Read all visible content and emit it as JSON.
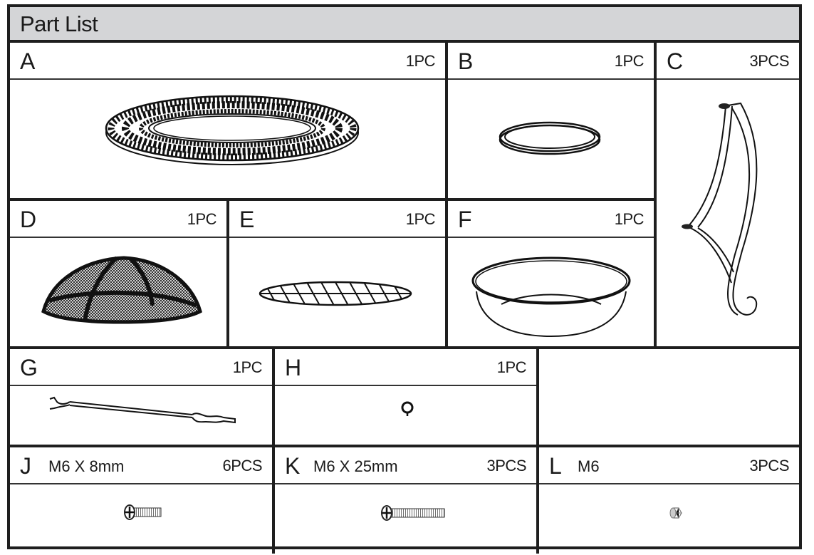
{
  "title": "Part List",
  "parts": {
    "A": {
      "letter": "A",
      "spec": "",
      "qty": "1PC",
      "icon": "mosaic-ring-icon"
    },
    "B": {
      "letter": "B",
      "spec": "",
      "qty": "1PC",
      "icon": "ring-icon"
    },
    "C": {
      "letter": "C",
      "spec": "",
      "qty": "3PCS",
      "icon": "leg-icon"
    },
    "D": {
      "letter": "D",
      "spec": "",
      "qty": "1PC",
      "icon": "spark-screen-dome-icon"
    },
    "E": {
      "letter": "E",
      "spec": "",
      "qty": "1PC",
      "icon": "log-grate-icon"
    },
    "F": {
      "letter": "F",
      "spec": "",
      "qty": "1PC",
      "icon": "fire-bowl-icon"
    },
    "G": {
      "letter": "G",
      "spec": "",
      "qty": "1PC",
      "icon": "poker-tool-icon"
    },
    "H": {
      "letter": "H",
      "spec": "",
      "qty": "1PC",
      "icon": "handle-ring-icon"
    },
    "J": {
      "letter": "J",
      "spec": "M6 X 8mm",
      "qty": "6PCS",
      "icon": "short-screw-icon"
    },
    "K": {
      "letter": "K",
      "spec": "M6 X 25mm",
      "qty": "3PCS",
      "icon": "long-screw-icon"
    },
    "L": {
      "letter": "L",
      "spec": "M6",
      "qty": "3PCS",
      "icon": "hex-nut-icon"
    }
  },
  "colors": {
    "border": "#1e1e1e",
    "header_bg": "#d4d5d7",
    "background": "#ffffff"
  }
}
